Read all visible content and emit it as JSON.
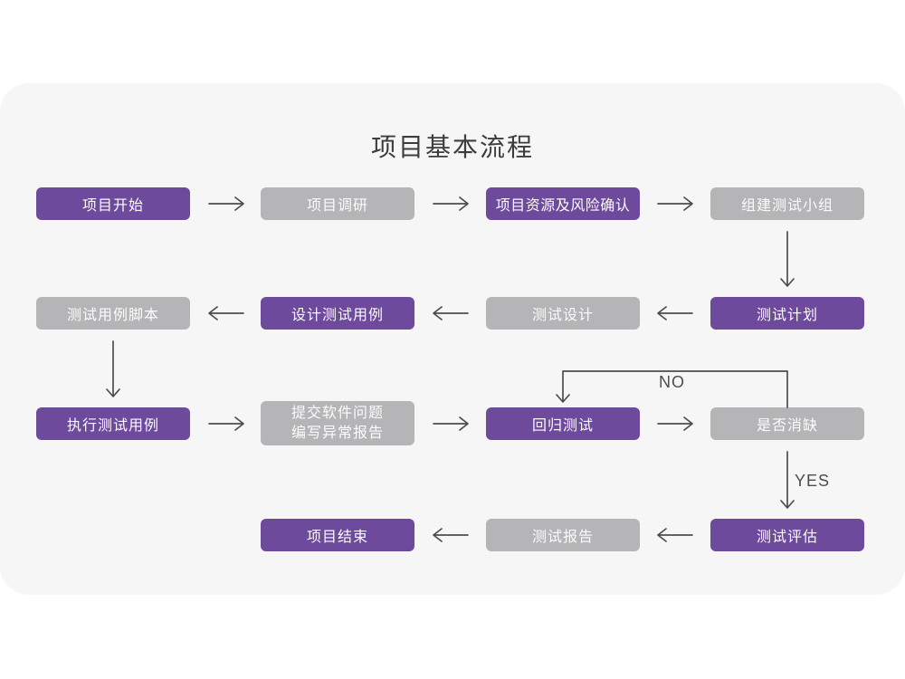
{
  "title": "项目基本流程",
  "decision_labels": {
    "no": "NO",
    "yes": "YES"
  },
  "colors": {
    "purple": "#6d4a9b",
    "gray": "#b5b5b7",
    "card_bg": "#f6f6f7",
    "arrow": "#4d4d4d",
    "box_text": "#fcfcfc",
    "title_text": "#3c3c3c"
  },
  "nodes": [
    {
      "label": "项目开始",
      "variant": "purple"
    },
    {
      "label": "项目调研",
      "variant": "gray"
    },
    {
      "label": "项目资源及风险确认",
      "variant": "purple"
    },
    {
      "label": "组建测试小组",
      "variant": "gray"
    },
    {
      "label": "测试用例脚本",
      "variant": "gray"
    },
    {
      "label": "设计测试用例",
      "variant": "purple"
    },
    {
      "label": "测试设计",
      "variant": "gray"
    },
    {
      "label": "测试计划",
      "variant": "purple"
    },
    {
      "label": "执行测试用例",
      "variant": "purple"
    },
    {
      "label": "提交软件问题",
      "label_line2": "编写异常报告",
      "variant": "gray"
    },
    {
      "label": "回归测试",
      "variant": "purple"
    },
    {
      "label": "是否消缺",
      "variant": "gray"
    },
    {
      "label": "项目结束",
      "variant": "purple"
    },
    {
      "label": "测试报告",
      "variant": "gray"
    },
    {
      "label": "测试评估",
      "variant": "purple"
    }
  ]
}
